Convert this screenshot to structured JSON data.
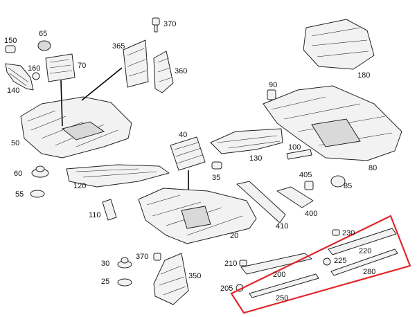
{
  "callouts": {
    "c150": "150",
    "c65": "65",
    "c70": "70",
    "c160": "160",
    "c140": "140",
    "c50": "50",
    "c60": "60",
    "c55": "55",
    "c120": "120",
    "c110": "110",
    "c370a": "370",
    "c365": "365",
    "c360": "360",
    "c40": "40",
    "c35": "35",
    "c130": "130",
    "c100": "100",
    "c405": "405",
    "c85": "85",
    "c400": "400",
    "c410": "410",
    "c20": "20",
    "c90": "90",
    "c180": "180",
    "c80": "80",
    "c370b": "370",
    "c30": "30",
    "c25": "25",
    "c350": "350",
    "c210": "210",
    "c200": "200",
    "c205": "205",
    "c250": "250",
    "c230": "230",
    "c220": "220",
    "c225": "225",
    "c280": "280"
  },
  "colors": {
    "highlight": "#e0262a",
    "line": "#222222",
    "fill": "#f2f2f2"
  }
}
